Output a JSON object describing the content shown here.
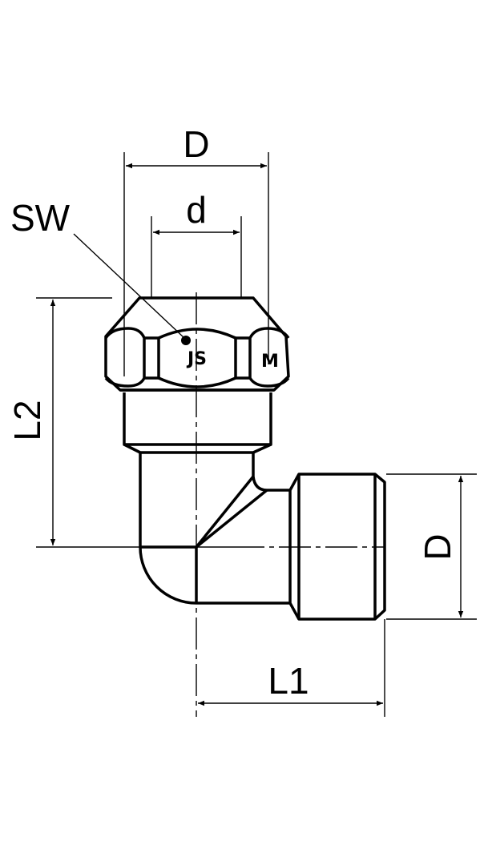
{
  "drawing": {
    "labels": {
      "top_diameter": "D",
      "inner_diameter": "d",
      "wrench_size": "SW",
      "length_2": "L2",
      "length_1": "L1",
      "side_diameter": "D"
    },
    "nut_markings": {
      "logo": "JS",
      "letter": "M"
    },
    "line_color": "#000000",
    "background_color": "#ffffff"
  }
}
